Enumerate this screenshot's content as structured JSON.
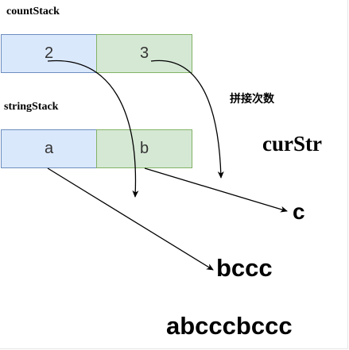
{
  "countStack": {
    "label": "countStack",
    "cells": [
      "2",
      "3"
    ]
  },
  "stringStack": {
    "label": "stringStack",
    "cells": [
      "a",
      "b"
    ]
  },
  "annotations": {
    "concat_count": "拼接次数",
    "curStr": "curStr",
    "c": "c",
    "bccc": "bccc",
    "result": "abcccbccc"
  },
  "colors": {
    "blue_fill": "#dae8fc",
    "blue_stroke": "#6c8ebf",
    "green_fill": "#d5e8d4",
    "green_stroke": "#82b366"
  }
}
